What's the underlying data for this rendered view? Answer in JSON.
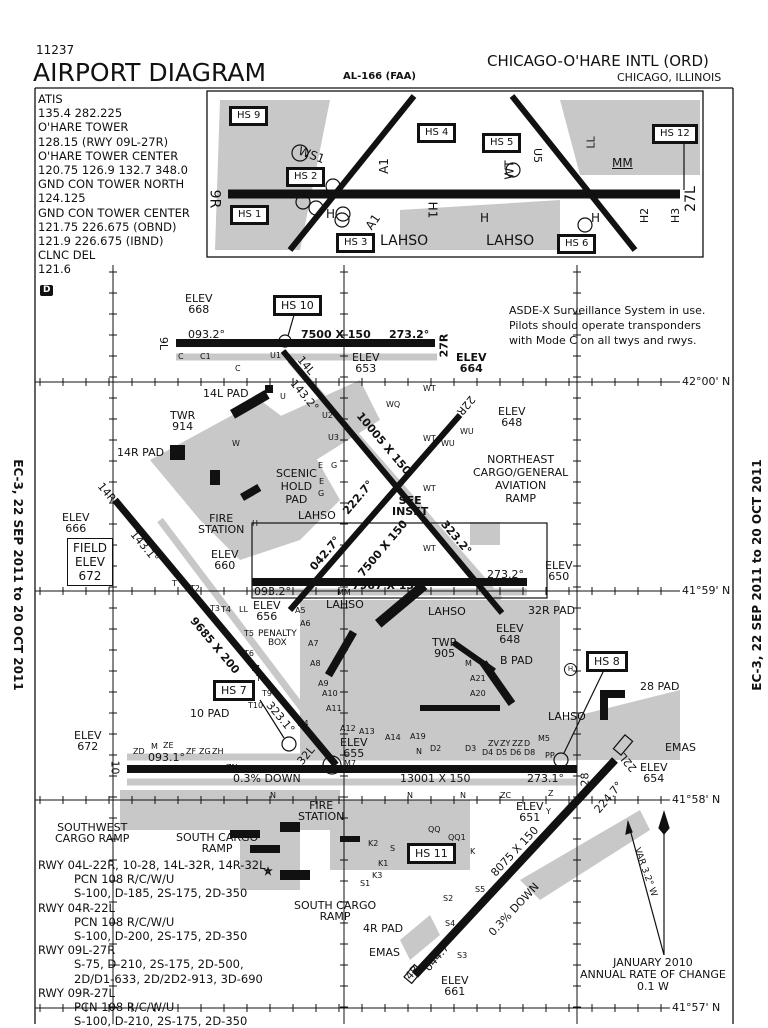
{
  "header": {
    "chart_number": "11237",
    "title": "AIRPORT DIAGRAM",
    "chart_id": "AL-166 (FAA)",
    "airport_name": "CHICAGO-O'HARE INTL (ORD)",
    "city": "CHICAGO, ILLINOIS"
  },
  "effective_dates": "EC-3, 22 SEP 2011 to 20 OCT 2011",
  "frequencies": [
    "ATIS",
    "135.4  282.225",
    "O'HARE TOWER",
    "128.15 (RWY 09L-27R)",
    "O'HARE TOWER CENTER",
    "120.75 126.9  132.7 348.0",
    "GND CON TOWER NORTH",
    "124.125",
    "GND CON TOWER CENTER",
    "121.75  226.675 (OBND)",
    "121.9   226.675 (IBND)",
    "CLNC DEL",
    "121.6"
  ],
  "d_symbol": "D",
  "inset": {
    "hot_spots": [
      "HS 9",
      "HS 4",
      "HS 5",
      "HS 12",
      "HS 2",
      "HS 1",
      "HS 3",
      "HS 6"
    ],
    "labels": [
      "9R",
      "27L",
      "WS1",
      "A1",
      "A1",
      "H1",
      "H",
      "H",
      "H",
      "H2",
      "H3",
      "WT",
      "U5",
      "LL",
      "MM",
      "LAHSO",
      "LAHSO",
      "E",
      "G",
      "N",
      "J",
      "R",
      "E",
      "W",
      "4L",
      "B",
      "R",
      "E",
      "U",
      "H",
      "32R"
    ]
  },
  "notice": [
    "ASDE-X Surveillance System in use.",
    "Pilots should operate transponders",
    "with Mode C on all twys and rwys."
  ],
  "coords": {
    "lat_42_00": "42°00' N",
    "lat_41_59": "41°59' N",
    "lat_41_58": "41°58' N",
    "lat_41_57": "41°57' N"
  },
  "hot_spots": [
    "HS 10",
    "HS 7",
    "HS 8",
    "HS 11"
  ],
  "runways": {
    "r9l27r": {
      "ends": [
        "9L",
        "27R"
      ],
      "dims": "7500 X 150",
      "hdg1": "093.2°",
      "hdg2": "273.2°",
      "elev1": "668",
      "elev2": "664",
      "elev_mid": "653"
    },
    "r14l32r": {
      "ends": [
        "14L",
        "32R"
      ],
      "dims": "10005 X 150",
      "hdg1": "143.2°",
      "hdg2": "323.2°",
      "elev2": "648"
    },
    "r4l22r": {
      "ends": [
        "4L",
        "22R"
      ],
      "dims": "7500 X 150",
      "hdg1": "042.7°",
      "hdg2": "222.7°",
      "elev1": "656",
      "elev2": "648"
    },
    "r9r27l": {
      "ends": [
        "9R",
        "27L"
      ],
      "dims": "7967 X 150",
      "hdg1": "093.2°",
      "hdg2": "273.2°",
      "elev1": "660",
      "elev2": "650"
    },
    "r14r32l": {
      "ends": [
        "14R",
        "32L"
      ],
      "dims": "9685 X 200",
      "hdg1": "143.1°",
      "hdg2": "323.1°",
      "elev1": "666",
      "elev2": "655"
    },
    "r10_28": {
      "ends": [
        "10",
        "28"
      ],
      "dims": "13001 X 150",
      "hdg1": "093.1°",
      "hdg2": "273.1°",
      "slope": "0.3% DOWN",
      "elev1": "672",
      "elev2": "651"
    },
    "r4r22l": {
      "ends": [
        "4R",
        "22L"
      ],
      "dims": "8075 X 150",
      "hdg1": "044.7°",
      "hdg2": "224.7°",
      "slope": "0.3% DOWN",
      "elev1": "661",
      "elev2": "654"
    }
  },
  "labels": {
    "elev": "ELEV",
    "field_elev": [
      "FIELD",
      "ELEV",
      "672"
    ],
    "twr_north": [
      "TWR",
      "914"
    ],
    "twr_center": [
      "TWR",
      "905"
    ],
    "pad_14l": "14L PAD",
    "pad_14r": "14R PAD",
    "pad_32r": "32R PAD",
    "pad_b": "B PAD",
    "pad_28": "28 PAD",
    "pad_10": "10 PAD",
    "pad_4r": "4R PAD",
    "scenic": [
      "SCENIC",
      "HOLD",
      "PAD"
    ],
    "fire_station": [
      "FIRE",
      "STATION"
    ],
    "see_inset": [
      "SEE",
      "INSET"
    ],
    "lahso": "LAHSO",
    "penalty_box": [
      "PENALTY",
      "BOX"
    ],
    "ne_ramp": [
      "NORTHEAST",
      "CARGO/GENERAL",
      "AVIATION",
      "RAMP"
    ],
    "sw_ramp": [
      "SOUTHWEST",
      "CARGO RAMP"
    ],
    "south_cargo": [
      "SOUTH CARGO",
      "RAMP"
    ],
    "emas": "EMAS",
    "heliport": "H",
    "taxiways": [
      "C",
      "C1",
      "C",
      "U1",
      "U",
      "U2",
      "U3",
      "E",
      "G",
      "E",
      "G",
      "WQ",
      "WT",
      "WT",
      "WT",
      "WT",
      "WU",
      "WU",
      "T",
      "T2",
      "T3",
      "T4",
      "T5",
      "T6",
      "T7",
      "T8",
      "T9",
      "T10",
      "A4",
      "A5",
      "A6",
      "A7",
      "A8",
      "A9",
      "A10",
      "A11",
      "A12",
      "A13",
      "A14",
      "A19",
      "A20",
      "A21",
      "M",
      "M",
      "N",
      "N",
      "N",
      "N",
      "ZC",
      "ZD",
      "ZE",
      "ZF",
      "ZG",
      "ZH",
      "ZN",
      "ZV",
      "ZY",
      "ZZ",
      "D",
      "D2",
      "D3",
      "D4",
      "D5",
      "D6",
      "D8",
      "M5",
      "M7",
      "PP",
      "QQ",
      "QQ1",
      "K",
      "K1",
      "K2",
      "K3",
      "S",
      "S1",
      "S2",
      "S3",
      "S4",
      "S5",
      "Y",
      "Z",
      "W",
      "H",
      "LL",
      "MM"
    ]
  },
  "magnetic": {
    "var": "VAR 3.2° W",
    "epoch": "JANUARY 2010",
    "rate_label": "ANNUAL RATE OF CHANGE",
    "rate": "0.1  W"
  },
  "runway_info": [
    {
      "rwy": "RWY 04L-22R, 10-28, 14L-32R, 14R-32L",
      "lines": [
        "PCN 108 R/C/W/U",
        "S-100, D-185, 2S-175, 2D-350"
      ]
    },
    {
      "rwy": "RWY  04R-22L",
      "lines": [
        "PCN 108 R/C/W/U",
        "S-100, D-200, 2S-175, 2D-350"
      ]
    },
    {
      "rwy": "RWY  09L-27R",
      "lines": [
        "S-75, D-210, 2S-175, 2D-500,",
        "2D/D1-633, 2D/2D2-913, 3D-690"
      ]
    },
    {
      "rwy": "RWY  09R-27L",
      "lines": [
        "PCN 108 R/C/W/U",
        "S-100, D-210, 2S-175, 2D-350"
      ]
    }
  ],
  "colors": {
    "runway": "#111111",
    "taxiway": "#c8c8c8",
    "ink": "#111111"
  }
}
